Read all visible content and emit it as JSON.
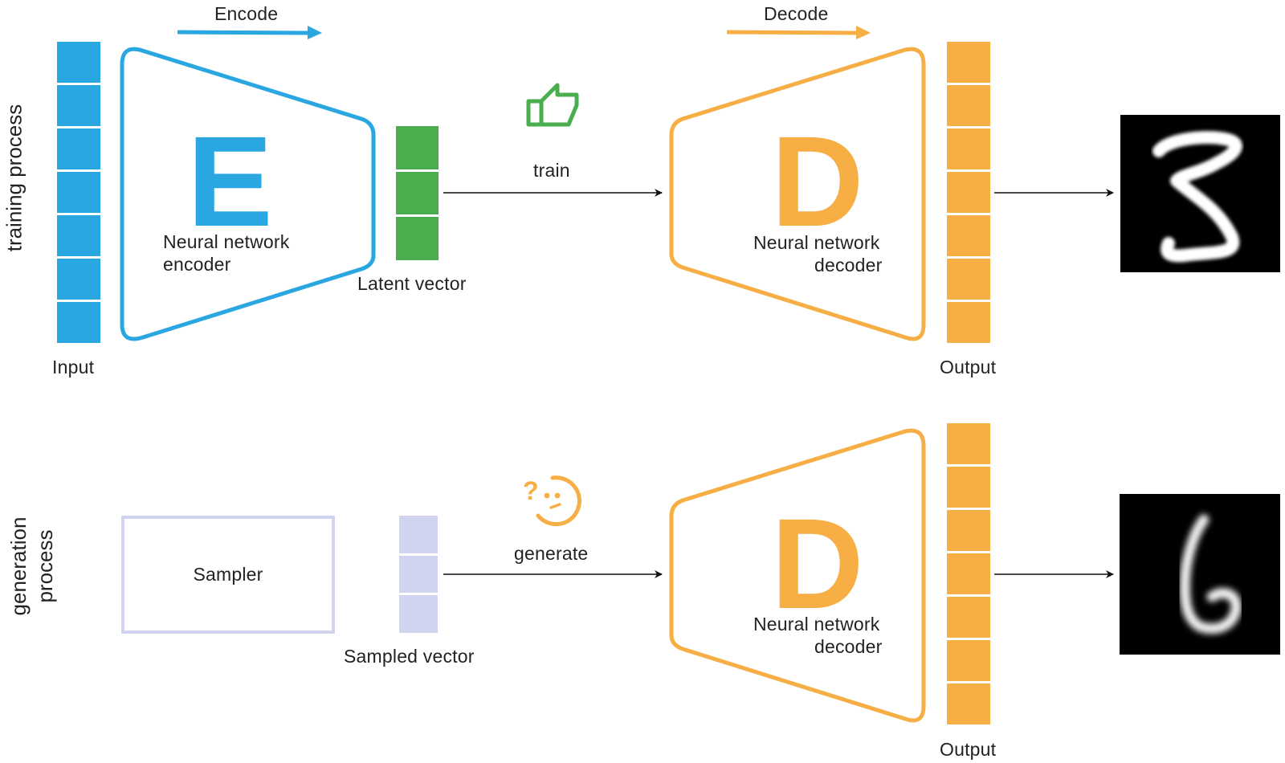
{
  "colors": {
    "encoder": "#2aa7e1",
    "decoder": "#f6ae45",
    "latent": "#4aae4e",
    "sampler": "#d0d4ee",
    "arrow": "#111111"
  },
  "training": {
    "side_label": "training process",
    "encode_label": "Encode",
    "decode_label": "Decode",
    "input_label": "Input",
    "input_cells": 7,
    "encoder_letter": "E",
    "encoder_line1": "Neural network",
    "encoder_line2": "encoder",
    "latent_label": "Latent vector",
    "latent_cells": 3,
    "train_label": "train",
    "train_icon": "thumbs-up-icon",
    "decoder_letter": "D",
    "decoder_line1": "Neural network",
    "decoder_line2": "decoder",
    "output_label": "Output",
    "output_cells": 7,
    "result_digit": "3"
  },
  "generation": {
    "side_label_line1": "generation",
    "side_label_line2": "process",
    "sampler_label": "Sampler",
    "sampled_label": "Sampled vector",
    "sampled_cells": 3,
    "generate_label": "generate",
    "generate_icon": "confused-face-icon",
    "decoder_letter": "D",
    "decoder_line1": "Neural network",
    "decoder_line2": "decoder",
    "output_label": "Output",
    "output_cells": 7,
    "result_digit": "6"
  }
}
